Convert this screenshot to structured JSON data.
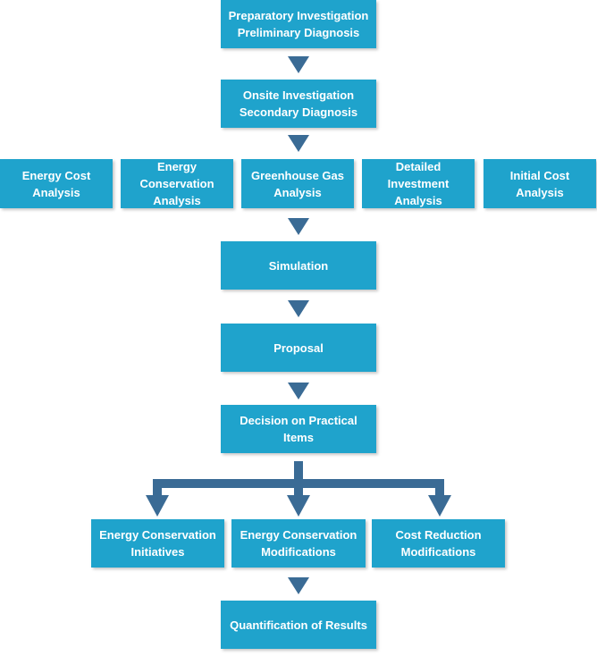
{
  "colors": {
    "box_fill": "#1fa3cc",
    "box_text": "#ffffff",
    "arrow": "#3a6b95"
  },
  "steps": {
    "preparatory": "Preparatory Investigation\nPreliminary Diagnosis",
    "onsite": "Onsite Investigation\nSecondary Diagnosis",
    "simulation": "Simulation",
    "proposal": "Proposal",
    "decision": "Decision on Practical Items",
    "quantification": "Quantification of Results"
  },
  "analyses": [
    "Energy Cost\nAnalysis",
    "Energy Conservation\nAnalysis",
    "Greenhouse Gas\nAnalysis",
    "Detailed Investment\nAnalysis",
    "Initial Cost\nAnalysis"
  ],
  "outcomes": [
    "Energy Conservation\nInitiatives",
    "Energy Conservation\nModifications",
    "Cost Reduction\nModifications"
  ]
}
